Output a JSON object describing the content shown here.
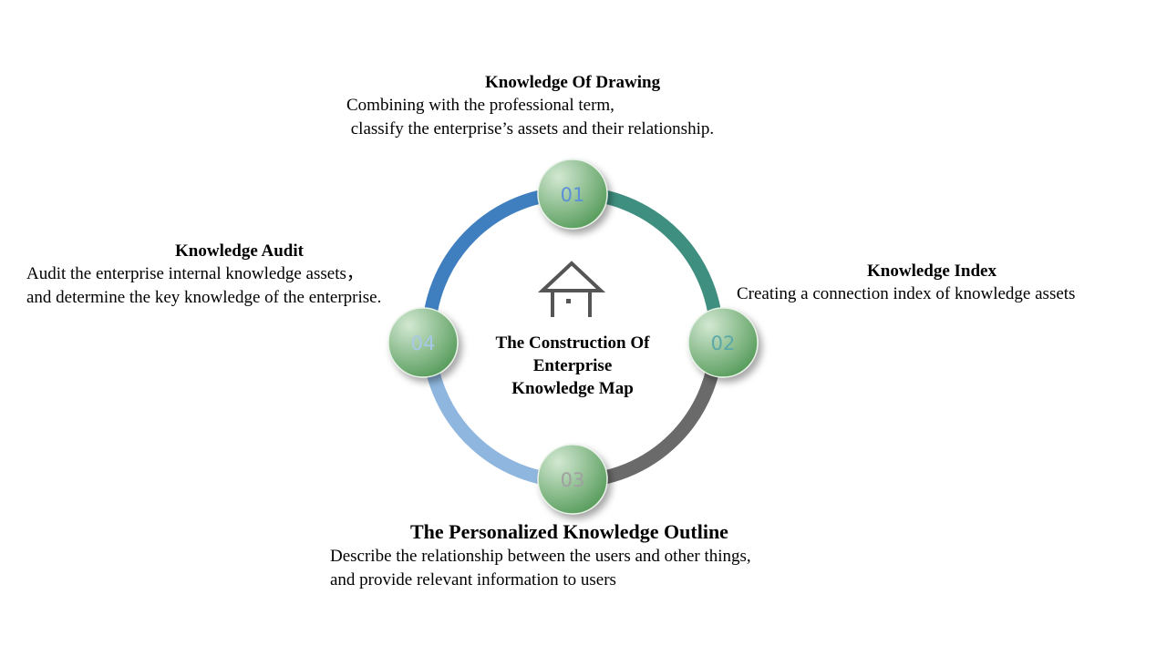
{
  "center_title": [
    "The Construction Of",
    "Enterprise",
    "Knowledge Map"
  ],
  "icons": {
    "center": "house-icon"
  },
  "nodes": [
    {
      "number": "01",
      "title": "Knowledge Of Drawing",
      "lines": [
        "Combining with the professional term,",
        " classify the enterprise’s assets and their relationship."
      ],
      "ring_color": "#3f8f80",
      "number_color": "#5b8fd6"
    },
    {
      "number": "02",
      "title": "Knowledge Index",
      "lines": [
        "Creating a connection index of knowledge assets"
      ],
      "ring_color": "#6a6a6a",
      "number_color": "#5aa8a8"
    },
    {
      "number": "03",
      "title": "The Personalized Knowledge Outline",
      "lines": [
        "Describe the relationship between the users and other things,",
        "and provide relevant information to users"
      ],
      "ring_color": "#8fb6de",
      "number_color": "#a0a0a0"
    },
    {
      "number": "04",
      "title": "Knowledge Audit",
      "lines": [
        "Audit the enterprise internal knowledge assets，",
        "and determine the key knowledge of the enterprise."
      ],
      "ring_color": "#3f7fc0",
      "number_color": "#a8c8e8"
    }
  ]
}
